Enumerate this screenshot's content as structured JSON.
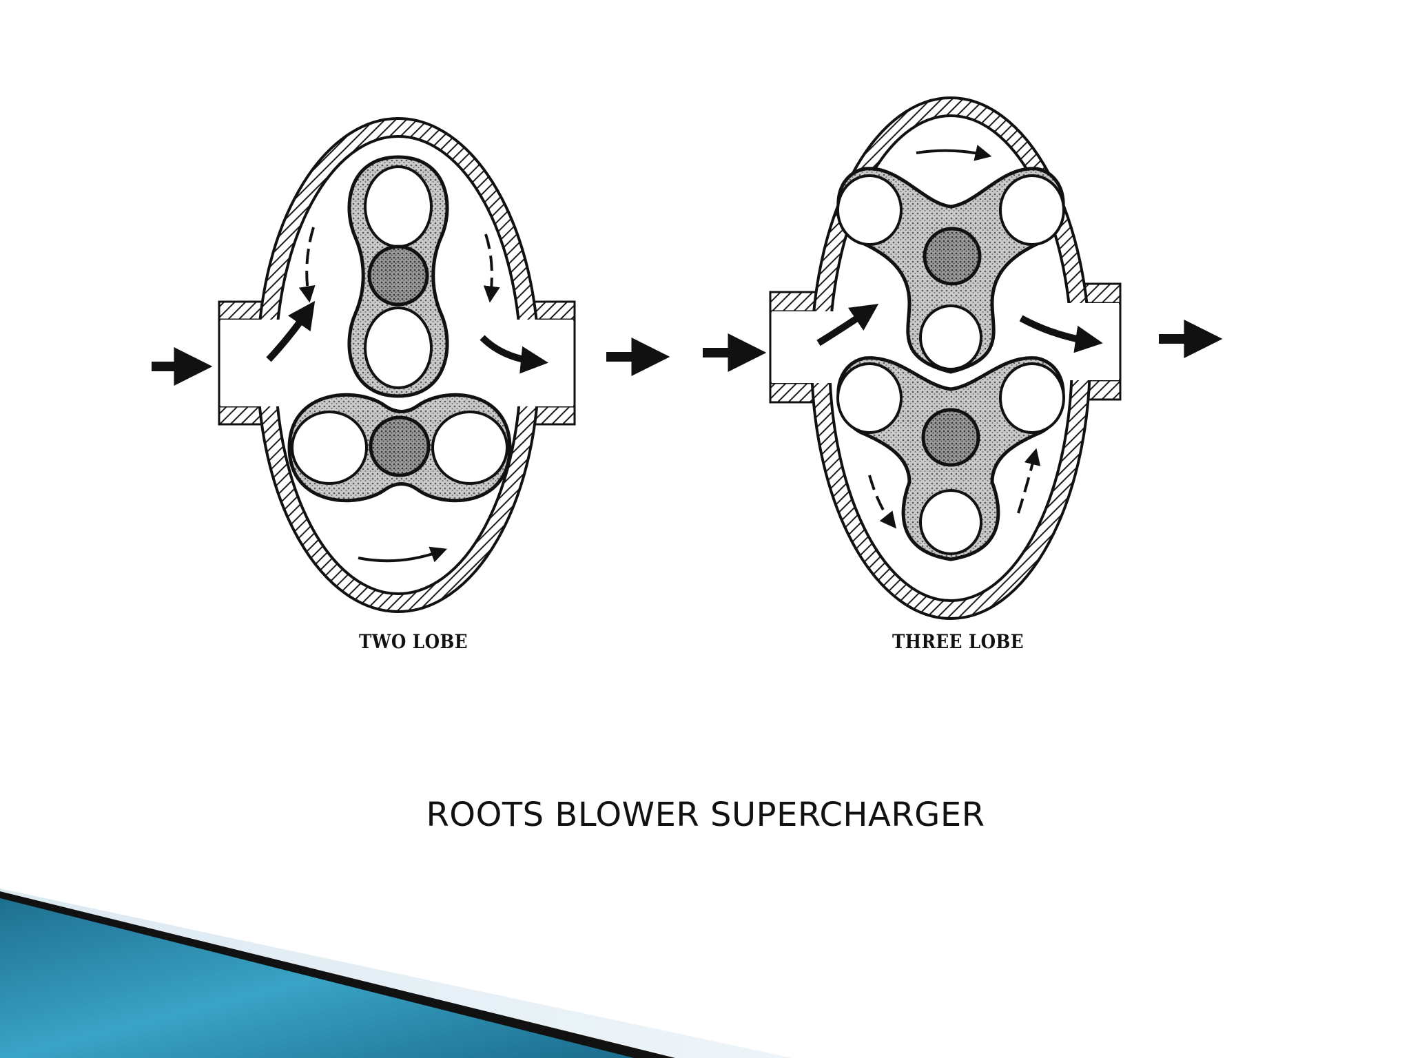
{
  "slide": {
    "caption": "ROOTS BLOWER SUPERCHARGER",
    "accent_color": "#2b95b8",
    "diagram": {
      "left_label": "TWO LOBE",
      "right_label": "THREE LOBE"
    }
  }
}
